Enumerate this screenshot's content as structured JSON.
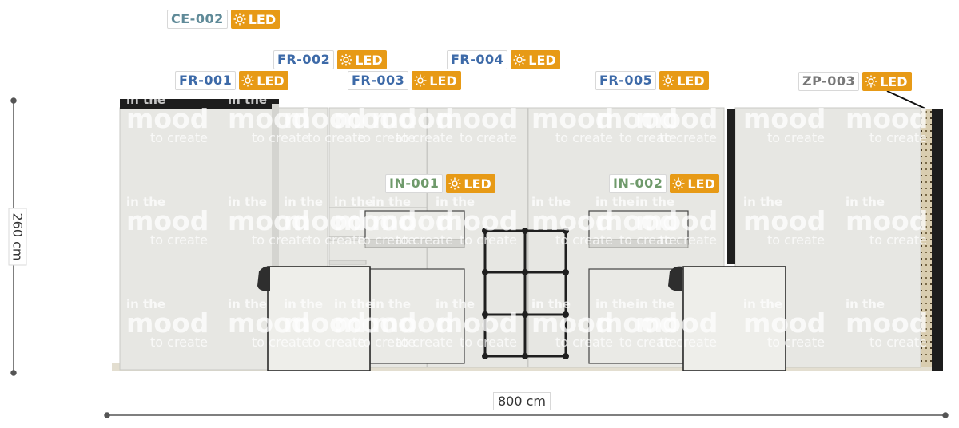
{
  "colors": {
    "panel": "#e6e6e2",
    "panel_border": "#3a3a3a",
    "floor": "#e3ded0",
    "watermark": "#ffffff",
    "led": "#e79a16",
    "ceiling_code": "#5f8a98",
    "frame_code": "#3d6aa8",
    "interior_code": "#6f9a6b",
    "zp_code": "#777777"
  },
  "watermark": {
    "line1": "in the",
    "line2": "mood",
    "line3": "to create"
  },
  "labels": [
    {
      "code": "CE-002",
      "led": "LED",
      "kind": "ceiling"
    },
    {
      "code": "FR-001",
      "led": "LED",
      "kind": "frame"
    },
    {
      "code": "FR-002",
      "led": "LED",
      "kind": "frame"
    },
    {
      "code": "FR-003",
      "led": "LED",
      "kind": "frame"
    },
    {
      "code": "FR-004",
      "led": "LED",
      "kind": "frame"
    },
    {
      "code": "FR-005",
      "led": "LED",
      "kind": "frame"
    },
    {
      "code": "ZP-003",
      "led": "LED",
      "kind": "zp"
    },
    {
      "code": "IN-001",
      "led": "LED",
      "kind": "interior"
    },
    {
      "code": "IN-002",
      "led": "LED",
      "kind": "interior"
    }
  ],
  "dimensions": {
    "height": "260 cm",
    "width": "800 cm"
  }
}
